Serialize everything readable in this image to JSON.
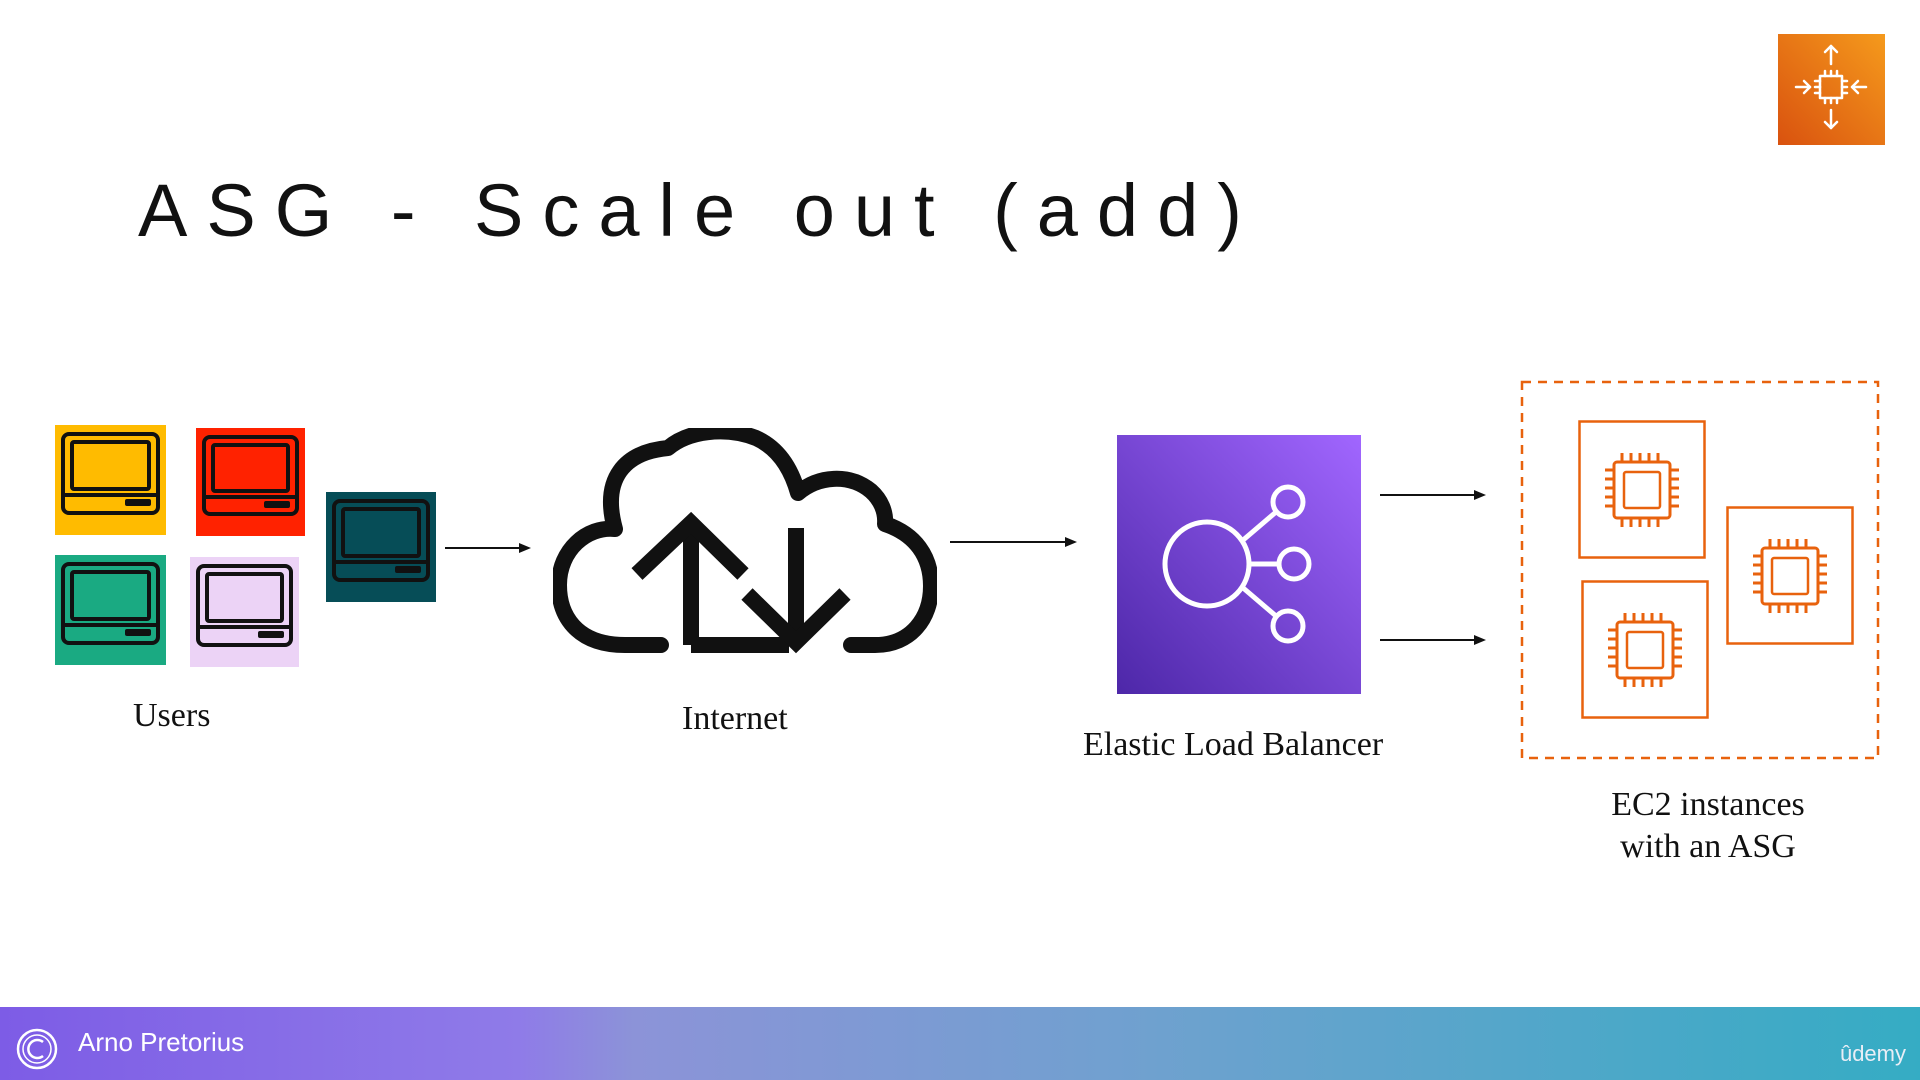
{
  "title": "ASG - Scale out (add)",
  "captions": {
    "users": "Users",
    "internet": "Internet",
    "elb": "Elastic Load Balancer",
    "ec2_line1": "EC2 instances",
    "ec2_line2": "with an ASG"
  },
  "footer": {
    "author": "Arno Pretorius",
    "brand": "ûdemy"
  },
  "colors": {
    "user_yellow": "#ffbb00",
    "user_red": "#ff2200",
    "user_green": "#1aaa82",
    "user_lilac": "#ecd3f6",
    "user_teal": "#064d57",
    "elb_purple": "#7b4fe0",
    "aws_orange": "#e8620d"
  },
  "icons": {
    "autoscaling": "autoscaling-icon",
    "user": "computer-icon",
    "internet": "cloud-upload-download-icon",
    "elb": "load-balancer-icon",
    "ec2": "chip-icon",
    "copyright": "copyright-icon"
  }
}
